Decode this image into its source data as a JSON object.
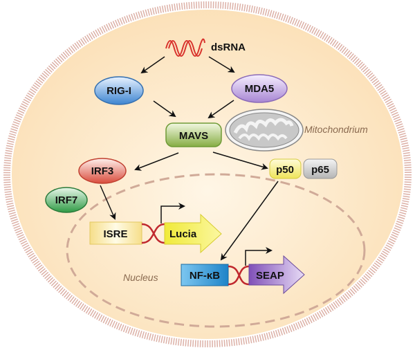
{
  "labels": {
    "dsrna": "dsRNA",
    "rigi": "RIG-I",
    "mda5": "MDA5",
    "mavs": "MAVS",
    "mitochondrium": "Mitochondrium",
    "irf3": "IRF3",
    "irf7": "IRF7",
    "p50": "p50",
    "p65": "p65",
    "isre": "ISRE",
    "lucia": "Lucia",
    "nfkb": "NF-κB",
    "seap": "SEAP",
    "nucleus": "Nucleus"
  },
  "colors": {
    "cytoplasm": "#fbe3bd",
    "membrane": "#d9a9a0",
    "rigi": "#4a8fd6",
    "mda5": "#b79ad9",
    "mavs": "#9cbf5a",
    "irf3": "#e05a4c",
    "irf7": "#4aab5a",
    "p50": "#f5ef70",
    "p65": "#c8c8c8",
    "isre": "#f8e79a",
    "lucia": "#f2ee4a",
    "nfkb": "#3a9ad9",
    "seap": "#9a6fc9",
    "dna": "#c0282e"
  }
}
